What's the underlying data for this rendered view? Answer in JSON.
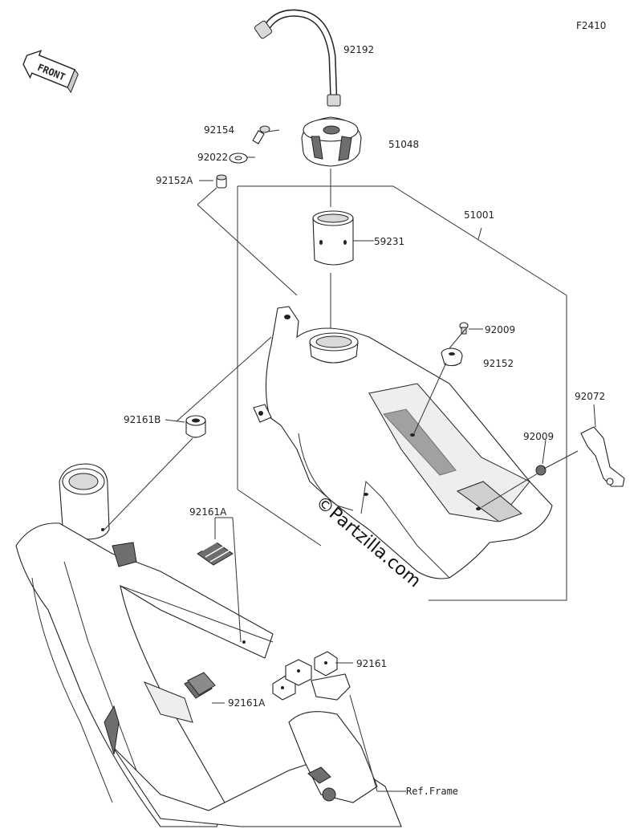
{
  "diagram_code": "F2410",
  "front_arrow": "FRONT",
  "watermark": "©Partzilla.com",
  "parts": [
    {
      "label": "92192"
    },
    {
      "label": "92154"
    },
    {
      "label": "51048"
    },
    {
      "label": "92022"
    },
    {
      "label": "92152A"
    },
    {
      "label": "51001"
    },
    {
      "label": "59231"
    },
    {
      "label": "92009"
    },
    {
      "label": "92152"
    },
    {
      "label": "92072"
    },
    {
      "label": "92161B"
    },
    {
      "label": "92009"
    },
    {
      "label": "92161A"
    },
    {
      "label": "92161"
    },
    {
      "label": "92161A"
    },
    {
      "label": "Ref.Frame"
    }
  ]
}
